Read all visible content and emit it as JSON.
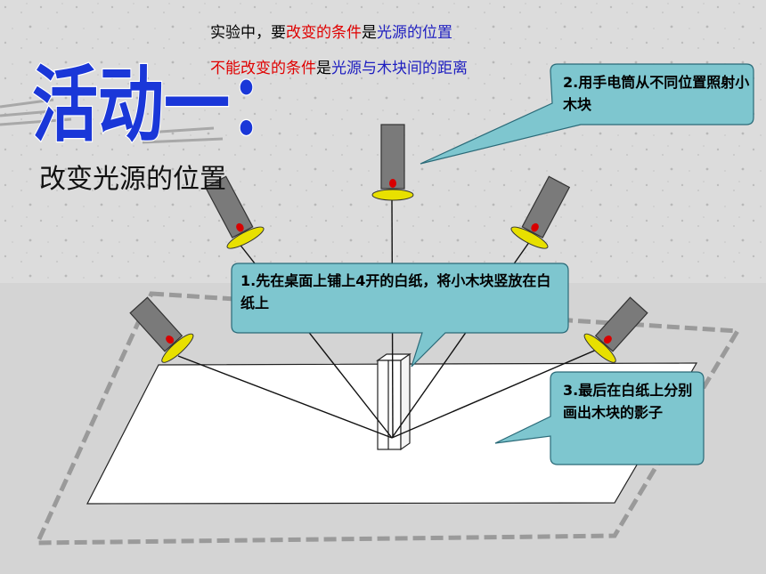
{
  "top_text": {
    "line1": {
      "part1": "实验中，要",
      "part2": "改变的条件",
      "part3": "是",
      "part4": "光源的位置"
    },
    "line2": {
      "part1": "不能改变的条件",
      "part2": "是",
      "part3": "光源与木块间的距离"
    }
  },
  "title": "活动一：",
  "subtitle": "改变光源的位置",
  "callouts": {
    "step1": "1.先在桌面上铺上4开的白纸，将小木块竖放在白纸上",
    "step2": "2.用手电筒从不同位置照射小木块",
    "step3": "3.最后在白纸上分别画出木块的影子"
  },
  "colors": {
    "red_text": "#e00000",
    "blue_text": "#2020c0",
    "title_fill": "#1a37d8",
    "callout_fill": "#7ec6cf",
    "flashlight_body": "#777777",
    "flashlight_rim": "#e8e000",
    "flashlight_dot": "#d80000"
  }
}
